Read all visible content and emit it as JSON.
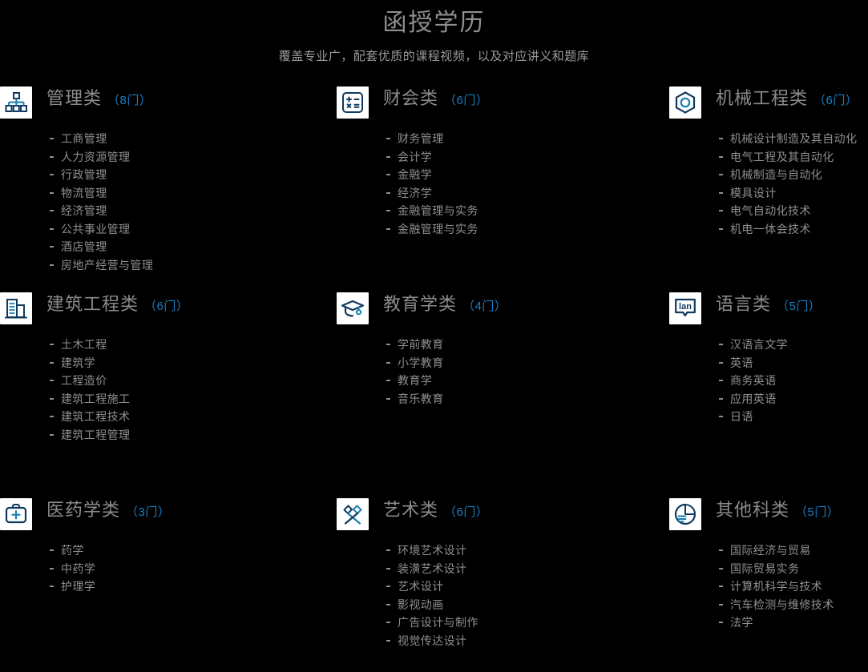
{
  "header": {
    "title": "函授学历",
    "subtitle": "覆盖专业广，配套优质的课程视频，以及对应讲义和题库"
  },
  "colors": {
    "background": "#000000",
    "title_gray": "#8b8b8b",
    "body_gray": "#8f8f8f",
    "accent_blue": "#1a7fc4",
    "icon_navy": "#103a60",
    "icon_blue": "#1a7fb0",
    "icon_tile": "#ffffff"
  },
  "categories": [
    {
      "name": "管理类",
      "count": "（8门）",
      "icon": "org-chart-icon",
      "items": [
        "工商管理",
        "人力资源管理",
        "行政管理",
        "物流管理",
        "经济管理",
        "公共事业管理",
        "酒店管理",
        "房地产经营与管理"
      ]
    },
    {
      "name": "财会类",
      "count": "（6门）",
      "icon": "calculator-icon",
      "items": [
        "财务管理",
        "会计学",
        "金融学",
        "经济学",
        "金融管理与实务",
        "金融管理与实务"
      ]
    },
    {
      "name": "机械工程类",
      "count": "（6门）",
      "icon": "hex-nut-icon",
      "items": [
        "机械设计制造及其自动化",
        "电气工程及其自动化",
        "机械制造与自动化",
        "模具设计",
        "电气自动化技术",
        "机电一体会技术"
      ]
    },
    {
      "name": "建筑工程类",
      "count": "（6门）",
      "icon": "building-icon",
      "items": [
        "土木工程",
        "建筑学",
        "工程造价",
        "建筑工程施工",
        "建筑工程技术",
        "建筑工程管理"
      ]
    },
    {
      "name": "教育学类",
      "count": "（4门）",
      "icon": "graduation-cap-icon",
      "items": [
        "学前教育",
        "小学教育",
        "教育学",
        "音乐教育"
      ]
    },
    {
      "name": "语言类",
      "count": "（5门）",
      "icon": "speech-bubble-lan-icon",
      "items": [
        "汉语言文学",
        "英语",
        "商务英语",
        "应用英语",
        "日语"
      ]
    },
    {
      "name": "医药学类",
      "count": "（3门）",
      "icon": "medical-bag-icon",
      "items": [
        "药学",
        "中药学",
        "护理学"
      ]
    },
    {
      "name": "艺术类",
      "count": "（6门）",
      "icon": "pen-brush-icon",
      "items": [
        "环境艺术设计",
        "装潢艺术设计",
        "艺术设计",
        "影视动画",
        "广告设计与制作",
        "视觉传达设计"
      ]
    },
    {
      "name": "其他科类",
      "count": "（5门）",
      "icon": "pie-chart-report-icon",
      "items": [
        "国际经济与贸易",
        "国际贸易实务",
        "计算机科学与技术",
        "汽车检测与维修技术",
        "法学"
      ]
    }
  ]
}
